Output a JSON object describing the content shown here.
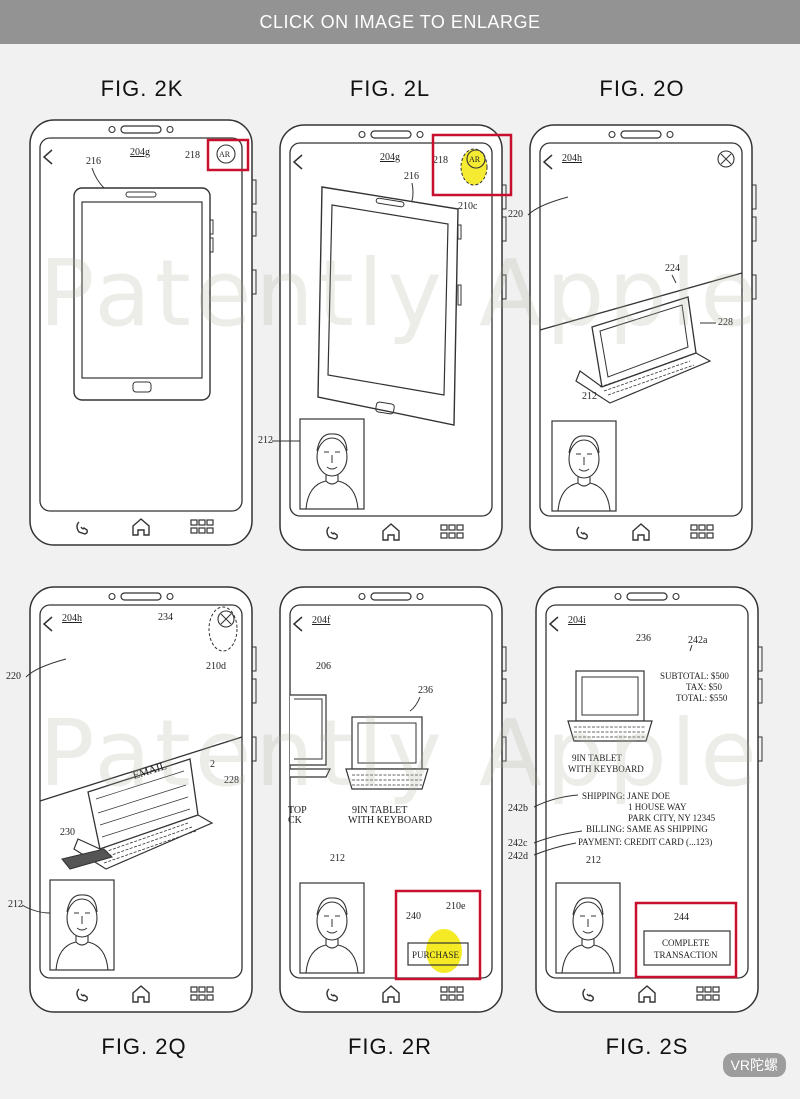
{
  "header": {
    "banner": "CLICK ON IMAGE TO ENLARGE"
  },
  "figures": {
    "f2k": {
      "label": "FIG. 2K",
      "ref_screen": "204g",
      "ref_icon": "218",
      "ref_device": "216",
      "ar": "AR"
    },
    "f2l": {
      "label": "FIG. 2L",
      "ref_screen": "204g",
      "ref_icon": "218",
      "ref_device": "216",
      "ref_tap": "210c",
      "ref_face": "212",
      "ar": "AR"
    },
    "f2o": {
      "label": "FIG. 2O",
      "ref_screen": "204h",
      "ref_view": "220",
      "ref_edge": "224",
      "ref_device": "228",
      "ref_face": "212"
    },
    "f2q": {
      "label": "FIG. 2Q",
      "ref_screen": "204h",
      "ref_close": "234",
      "ref_tap": "210d",
      "ref_view": "220",
      "ref_two": "2",
      "ref_device": "228",
      "ref_phone": "230",
      "ref_face": "212",
      "email": "EMAIL"
    },
    "f2r": {
      "label": "FIG. 2R",
      "ref_screen": "204f",
      "ref_left": "206",
      "ref_right": "236",
      "left_caption_1": "TOP",
      "left_caption_2": "CK",
      "right_caption_1": "9IN TABLET",
      "right_caption_2": "WITH KEYBOARD",
      "ref_face": "212",
      "ref_button": "240",
      "ref_tap": "210e",
      "button": "PURCHASE"
    },
    "f2s": {
      "label": "FIG. 2S",
      "ref_screen": "204i",
      "ref_product": "236",
      "ref_totals": "242a",
      "subtotal": "SUBTOTAL: $500",
      "tax": "TAX: $50",
      "total": "TOTAL: $550",
      "product_caption_1": "9IN TABLET",
      "product_caption_2": "WITH KEYBOARD",
      "ref_shipping": "242b",
      "ref_billing": "242c",
      "ref_payment": "242d",
      "shipping_1": "SHIPPING: JANE DOE",
      "shipping_2": "1 HOUSE WAY",
      "shipping_3": "PARK CITY, NY 12345",
      "billing": "BILLING: SAME AS SHIPPING",
      "payment": "PAYMENT: CREDIT CARD (...123)",
      "ref_face": "212",
      "ref_button": "244",
      "button_1": "COMPLETE",
      "button_2": "TRANSACTION"
    }
  },
  "watermark": "Patently Apple",
  "badge": "VR陀螺",
  "colors": {
    "highlight_box": "#c8102e",
    "tap_yellow": "#f2e600",
    "banner": "#939393"
  }
}
